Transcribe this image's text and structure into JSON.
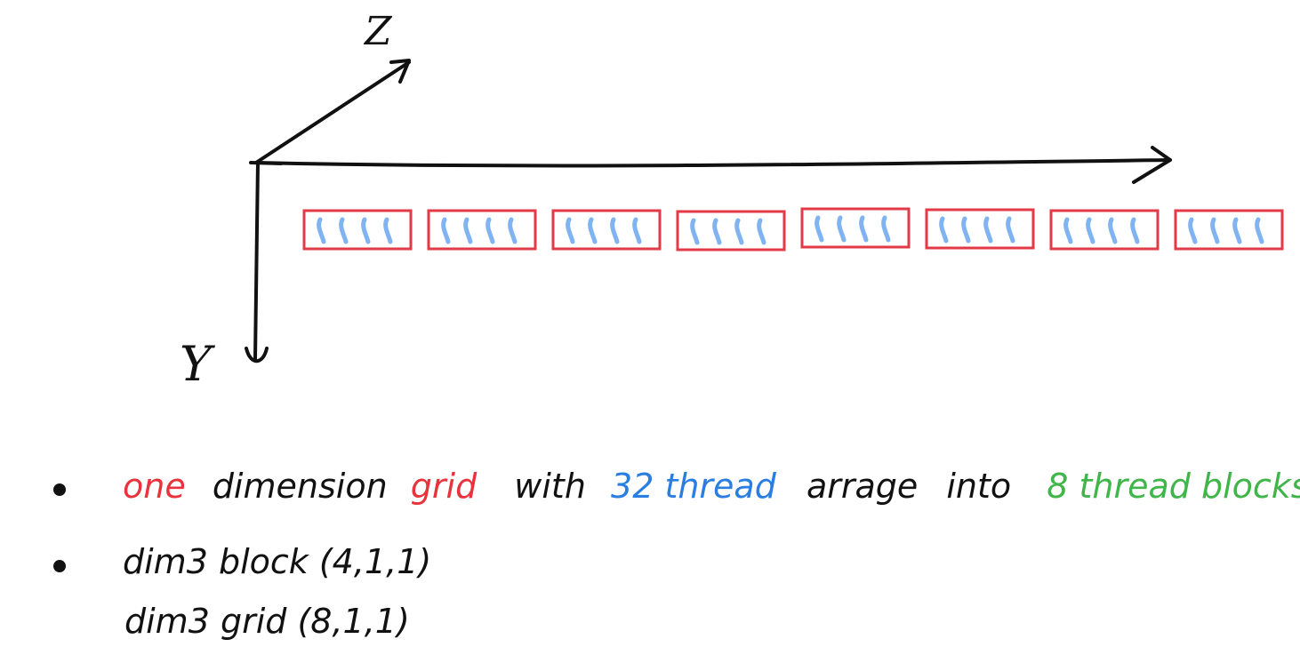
{
  "axes": {
    "z_label": "Z",
    "y_label": "Y"
  },
  "grid": {
    "block_count": 8,
    "threads_per_block": 4
  },
  "notes": {
    "line1": {
      "w1": "one",
      "w2": "dimension",
      "w3": "grid",
      "w4": "with",
      "w5": "32 thread",
      "w6": "arrage",
      "w7": "into",
      "w8": "8 thread blocks"
    },
    "line2": "dim3 block (4,1,1)",
    "line3": "dim3 grid (8,1,1)"
  },
  "colors": {
    "ink": "#111111",
    "red": "#e8323c",
    "blue": "#2a7de1",
    "green": "#3fb54a",
    "thread": "#6aa6ee",
    "box": "#e23a46"
  }
}
